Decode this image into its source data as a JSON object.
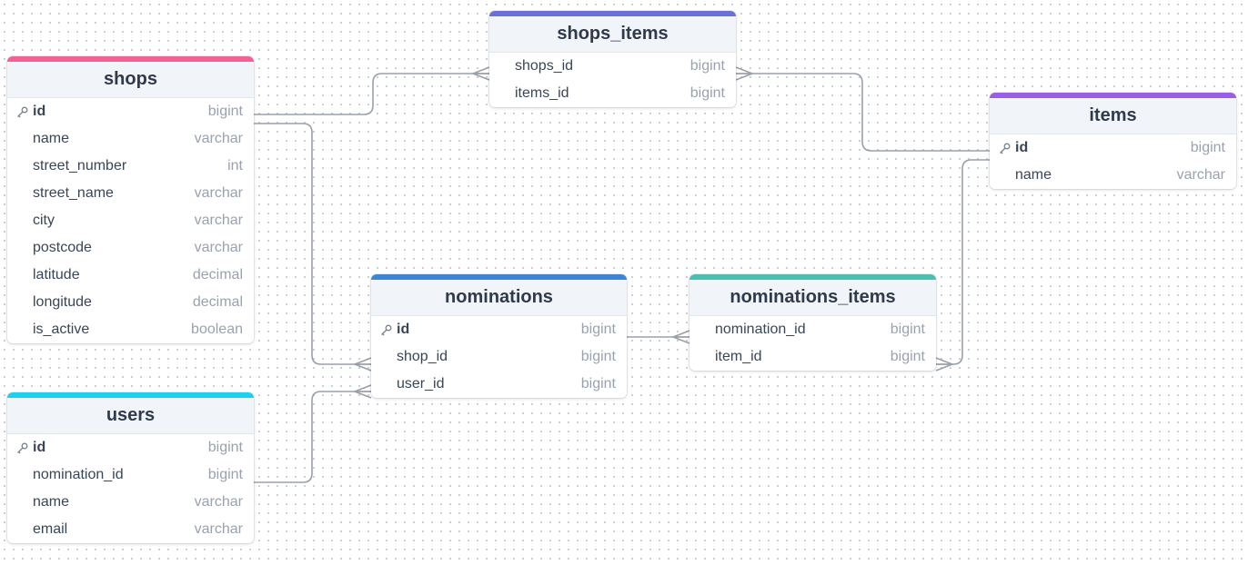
{
  "tables": {
    "shops": {
      "title": "shops",
      "color": "#f06292",
      "columns": [
        {
          "name": "id",
          "type": "bigint",
          "pk": true
        },
        {
          "name": "name",
          "type": "varchar"
        },
        {
          "name": "street_number",
          "type": "int"
        },
        {
          "name": "street_name",
          "type": "varchar"
        },
        {
          "name": "city",
          "type": "varchar"
        },
        {
          "name": "postcode",
          "type": "varchar"
        },
        {
          "name": "latitude",
          "type": "decimal"
        },
        {
          "name": "longitude",
          "type": "decimal"
        },
        {
          "name": "is_active",
          "type": "boolean"
        }
      ]
    },
    "shops_items": {
      "title": "shops_items",
      "color": "#6b70d6",
      "columns": [
        {
          "name": "shops_id",
          "type": "bigint"
        },
        {
          "name": "items_id",
          "type": "bigint"
        }
      ]
    },
    "items": {
      "title": "items",
      "color": "#9b5de5",
      "columns": [
        {
          "name": "id",
          "type": "bigint",
          "pk": true
        },
        {
          "name": "name",
          "type": "varchar"
        }
      ]
    },
    "nominations": {
      "title": "nominations",
      "color": "#3a86d4",
      "columns": [
        {
          "name": "id",
          "type": "bigint",
          "pk": true
        },
        {
          "name": "shop_id",
          "type": "bigint"
        },
        {
          "name": "user_id",
          "type": "bigint"
        }
      ]
    },
    "nominations_items": {
      "title": "nominations_items",
      "color": "#4dbfb0",
      "columns": [
        {
          "name": "nomination_id",
          "type": "bigint"
        },
        {
          "name": "item_id",
          "type": "bigint"
        }
      ]
    },
    "users": {
      "title": "users",
      "color": "#1ed0ec",
      "columns": [
        {
          "name": "id",
          "type": "bigint",
          "pk": true
        },
        {
          "name": "nomination_id",
          "type": "bigint"
        },
        {
          "name": "name",
          "type": "varchar"
        },
        {
          "name": "email",
          "type": "varchar"
        }
      ]
    }
  },
  "relations": [
    {
      "from": "shops.id",
      "to": "shops_items.shops_id",
      "cardinality": "one-to-many"
    },
    {
      "from": "items.id",
      "to": "shops_items.items_id",
      "cardinality": "one-to-many"
    },
    {
      "from": "shops.id",
      "to": "nominations.shop_id",
      "cardinality": "one-to-many"
    },
    {
      "from": "users.nomination_id",
      "to": "nominations.user_id",
      "cardinality": "one-to-many"
    },
    {
      "from": "nominations.id",
      "to": "nominations_items.nomination_id",
      "cardinality": "one-to-many"
    },
    {
      "from": "items.id",
      "to": "nominations_items.item_id",
      "cardinality": "one-to-many"
    }
  ],
  "line_color": "#9aa0a8"
}
